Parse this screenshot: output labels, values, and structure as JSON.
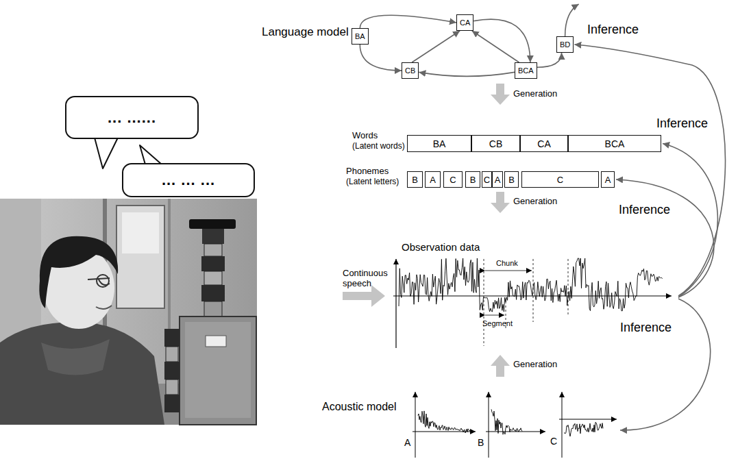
{
  "diagram": {
    "nodes": [
      {
        "text": [
          "... ......"
        ]
      },
      {
        "text": [
          "... ... ..."
        ]
      },
      {
        "text": [
          "BA"
        ]
      },
      {
        "text": [
          "CA"
        ]
      },
      {
        "text": [
          "BD"
        ]
      },
      {
        "text": [
          "CB"
        ]
      },
      {
        "text": [
          "BCA"
        ]
      },
      {
        "text": [
          "BA"
        ]
      },
      {
        "text": [
          "CB"
        ]
      },
      {
        "text": [
          "CA"
        ]
      },
      {
        "text": [
          "BCA"
        ]
      },
      {
        "text": [
          "B"
        ]
      },
      {
        "text": [
          "A"
        ]
      },
      {
        "text": [
          "C"
        ]
      },
      {
        "text": [
          "B"
        ]
      },
      {
        "text": [
          "C"
        ]
      },
      {
        "text": [
          "A"
        ]
      },
      {
        "text": [
          "B"
        ]
      },
      {
        "text": [
          "C"
        ]
      },
      {
        "text": [
          "A"
        ]
      }
    ],
    "edges": [
      {
        "from": 2,
        "to": 3,
        "arrow": "to"
      },
      {
        "from": 3,
        "to": 6,
        "arrow": "to"
      },
      {
        "from": 6,
        "to": 3,
        "arrow": "to"
      },
      {
        "from": 5,
        "to": 3,
        "arrow": "to"
      },
      {
        "from": 2,
        "to": 5,
        "arrow": "to"
      },
      {
        "from": 6,
        "to": 5,
        "arrow": "to"
      },
      {
        "from": 6,
        "to": 4,
        "arrow": "to"
      }
    ],
    "labels": [
      "Language model",
      "Inference",
      "Inference",
      "Inference",
      "Inference",
      "Generation",
      "Generation",
      "Generation",
      "Words",
      "(Latent words)",
      "Phonemes",
      "(Latent letters)",
      "Observation data",
      "Chunk",
      "Segment",
      "Continuous speech",
      "Acoustic model",
      "A",
      "B",
      "C"
    ]
  }
}
